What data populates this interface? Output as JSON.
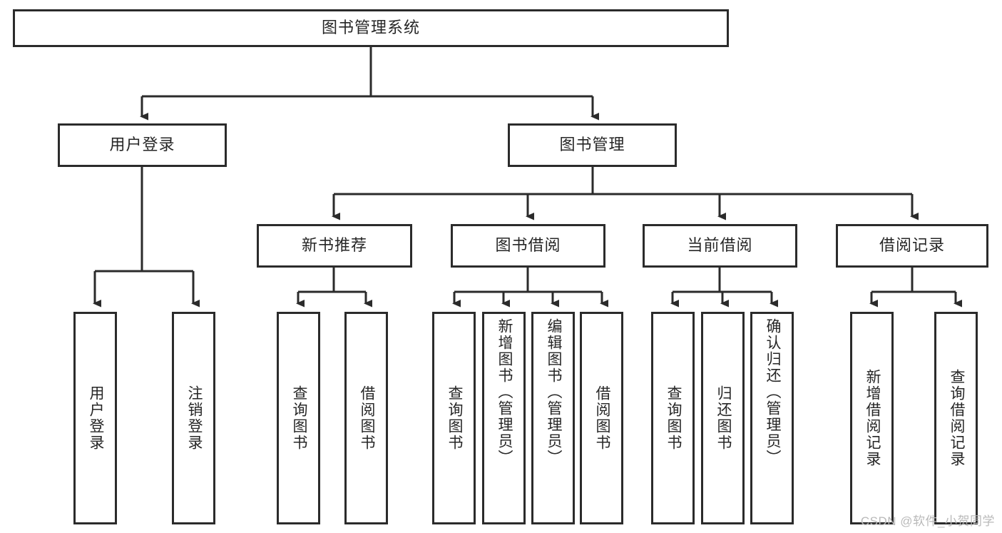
{
  "diagram": {
    "type": "tree",
    "title": "图书管理系统",
    "line_color": "#2b2b2b",
    "box_fill": "#ffffff",
    "text_color": "#262626",
    "watermark": "CSDN @软件_小贺同学",
    "watermark_color": "#b9b9b9"
  },
  "nodes": {
    "root": {
      "label": "图书管理系统"
    },
    "level1": [
      {
        "label": "用户登录"
      },
      {
        "label": "图书管理"
      }
    ],
    "level2": [
      {
        "label": "新书推荐"
      },
      {
        "label": "图书借阅"
      },
      {
        "label": "当前借阅"
      },
      {
        "label": "借阅记录"
      }
    ],
    "leaves": {
      "user_login": [
        {
          "label": "用户登录"
        },
        {
          "label": "注销登录"
        }
      ],
      "new_book": [
        {
          "label": "查询图书"
        },
        {
          "label": "借阅图书"
        }
      ],
      "book_borrow": [
        {
          "label": "查询图书"
        },
        {
          "label": "新增图书（管理员）"
        },
        {
          "label": "编辑图书（管理员）"
        },
        {
          "label": "借阅图书"
        }
      ],
      "current_borrow": [
        {
          "label": "查询图书"
        },
        {
          "label": "归还图书"
        },
        {
          "label": "确认归还（管理员）"
        }
      ],
      "borrow_record": [
        {
          "label": "新增借阅记录"
        },
        {
          "label": "查询借阅记录"
        }
      ]
    }
  }
}
